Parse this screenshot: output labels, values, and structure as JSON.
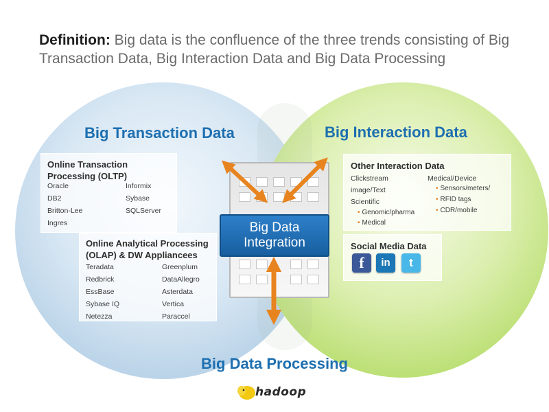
{
  "definition": {
    "term": "Definition:",
    "text": "Big data is the confluence of the three trends consisting of Big Transaction Data, Big Interaction Data and Big Data Processing"
  },
  "transaction": {
    "title": "Big Transaction Data",
    "oltp": {
      "title_line1": "Online Transaction",
      "title_line2": "Processing (OLTP)",
      "items": [
        "Oracle",
        "DB2",
        "Britton-Lee",
        "Ingres",
        "Informix",
        "Sybase",
        "SQLServer"
      ]
    },
    "olap": {
      "title_line1": "Online Analytical Processing",
      "title_line2": "(OLAP) & DW Appliancees",
      "items": [
        "Teradata",
        "Redbrick",
        "EssBase",
        "Sybase IQ",
        "Netezza",
        "Greenplum",
        "DataAllegro",
        "Asterdata",
        "Vertica",
        "Paraccel"
      ]
    }
  },
  "interaction": {
    "title": "Big Interaction Data",
    "other": {
      "title": "Other Interaction Data",
      "items": [
        "Clickstream",
        "image/Text",
        "Scientific",
        "Medical/Device"
      ],
      "scientific_sub": [
        "Genomic/pharma",
        "Medical"
      ],
      "device_sub": [
        "Sensors/meters/",
        "RFID tags",
        "CDR/mobile"
      ]
    },
    "social": {
      "title": "Social Media Data",
      "icons": [
        "facebook-icon",
        "linkedin-icon",
        "twitter-icon"
      ],
      "icon_glyphs": [
        "f",
        "in",
        "t"
      ]
    }
  },
  "integration": {
    "line1": "Big Data",
    "line2": "Integration"
  },
  "processing": {
    "title": "Big Data Processing",
    "logo_text": "hadoop"
  },
  "colors": {
    "title_blue": "#1d6fb0",
    "arrow_orange": "#e8841f",
    "integration_blue": "#1f6db4",
    "left_circle": "#b7d1e7",
    "right_circle": "#b9de70"
  }
}
